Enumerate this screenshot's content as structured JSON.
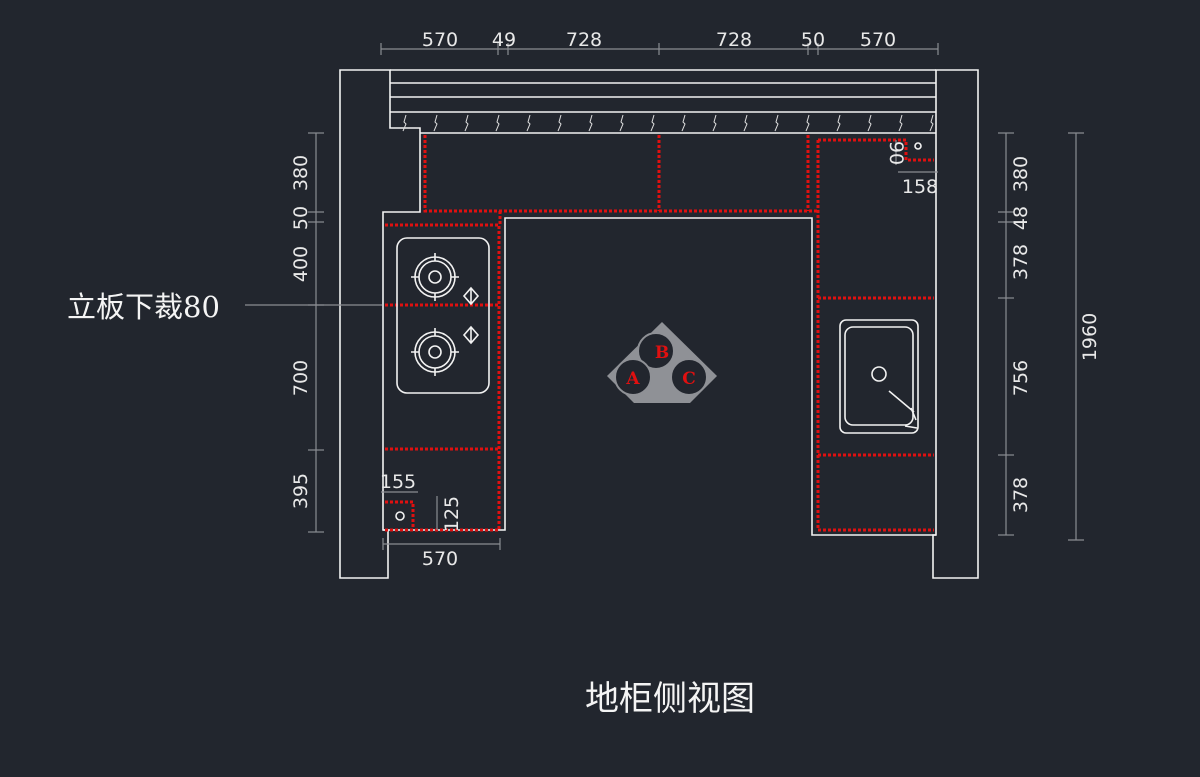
{
  "drawing": {
    "title": "地柜侧视图",
    "note": "立板下裁80",
    "top_dims": [
      "570",
      "49",
      "728",
      "728",
      "50",
      "570"
    ],
    "left_dims": [
      "380",
      "50",
      "400",
      "700",
      "395"
    ],
    "right_dims": [
      "380",
      "48",
      "378",
      "756",
      "378"
    ],
    "total_dim": "1960",
    "bottom_dim": "570",
    "detail_dims": {
      "left_width": "155",
      "left_height": "125",
      "right_height": "90",
      "right_width": "158"
    },
    "symbol_labels": [
      "A",
      "B",
      "C"
    ],
    "colors": {
      "background": "#22262e",
      "line": "#f2f2f2",
      "cabinet": "#e01010",
      "dimension": "#8a8d92"
    }
  }
}
